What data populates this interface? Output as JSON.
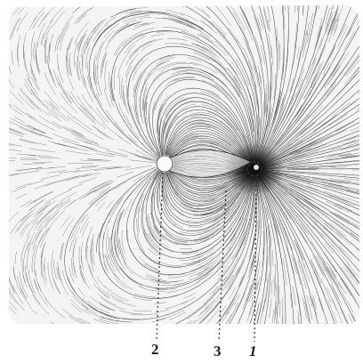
{
  "figure": {
    "labels": {
      "one": "1",
      "two": "2",
      "three": "3"
    }
  },
  "colors": {
    "ink": "#1a1a1a",
    "paper": "#ffffff"
  }
}
